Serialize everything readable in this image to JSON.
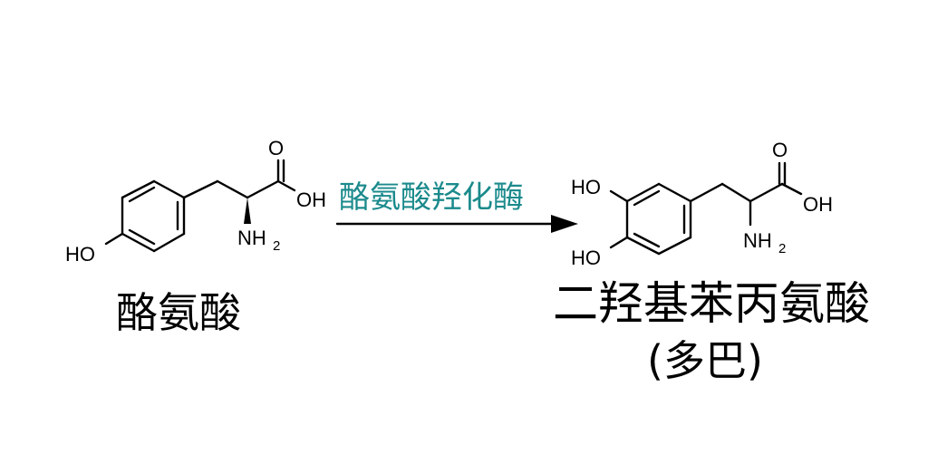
{
  "reactant": {
    "name": "酪氨酸",
    "atoms": {
      "ho": "HO",
      "o": "O",
      "oh": "OH",
      "nh": "NH",
      "sub2": "2"
    }
  },
  "enzyme": {
    "label": "酪氨酸羟化酶",
    "color": "#1b8a8c"
  },
  "product": {
    "name": "二羟基苯丙氨酸",
    "alias": "(多巴)",
    "atoms": {
      "ho1": "HO",
      "ho2": "HO",
      "o": "O",
      "oh": "OH",
      "nh": "NH",
      "sub2": "2"
    }
  }
}
